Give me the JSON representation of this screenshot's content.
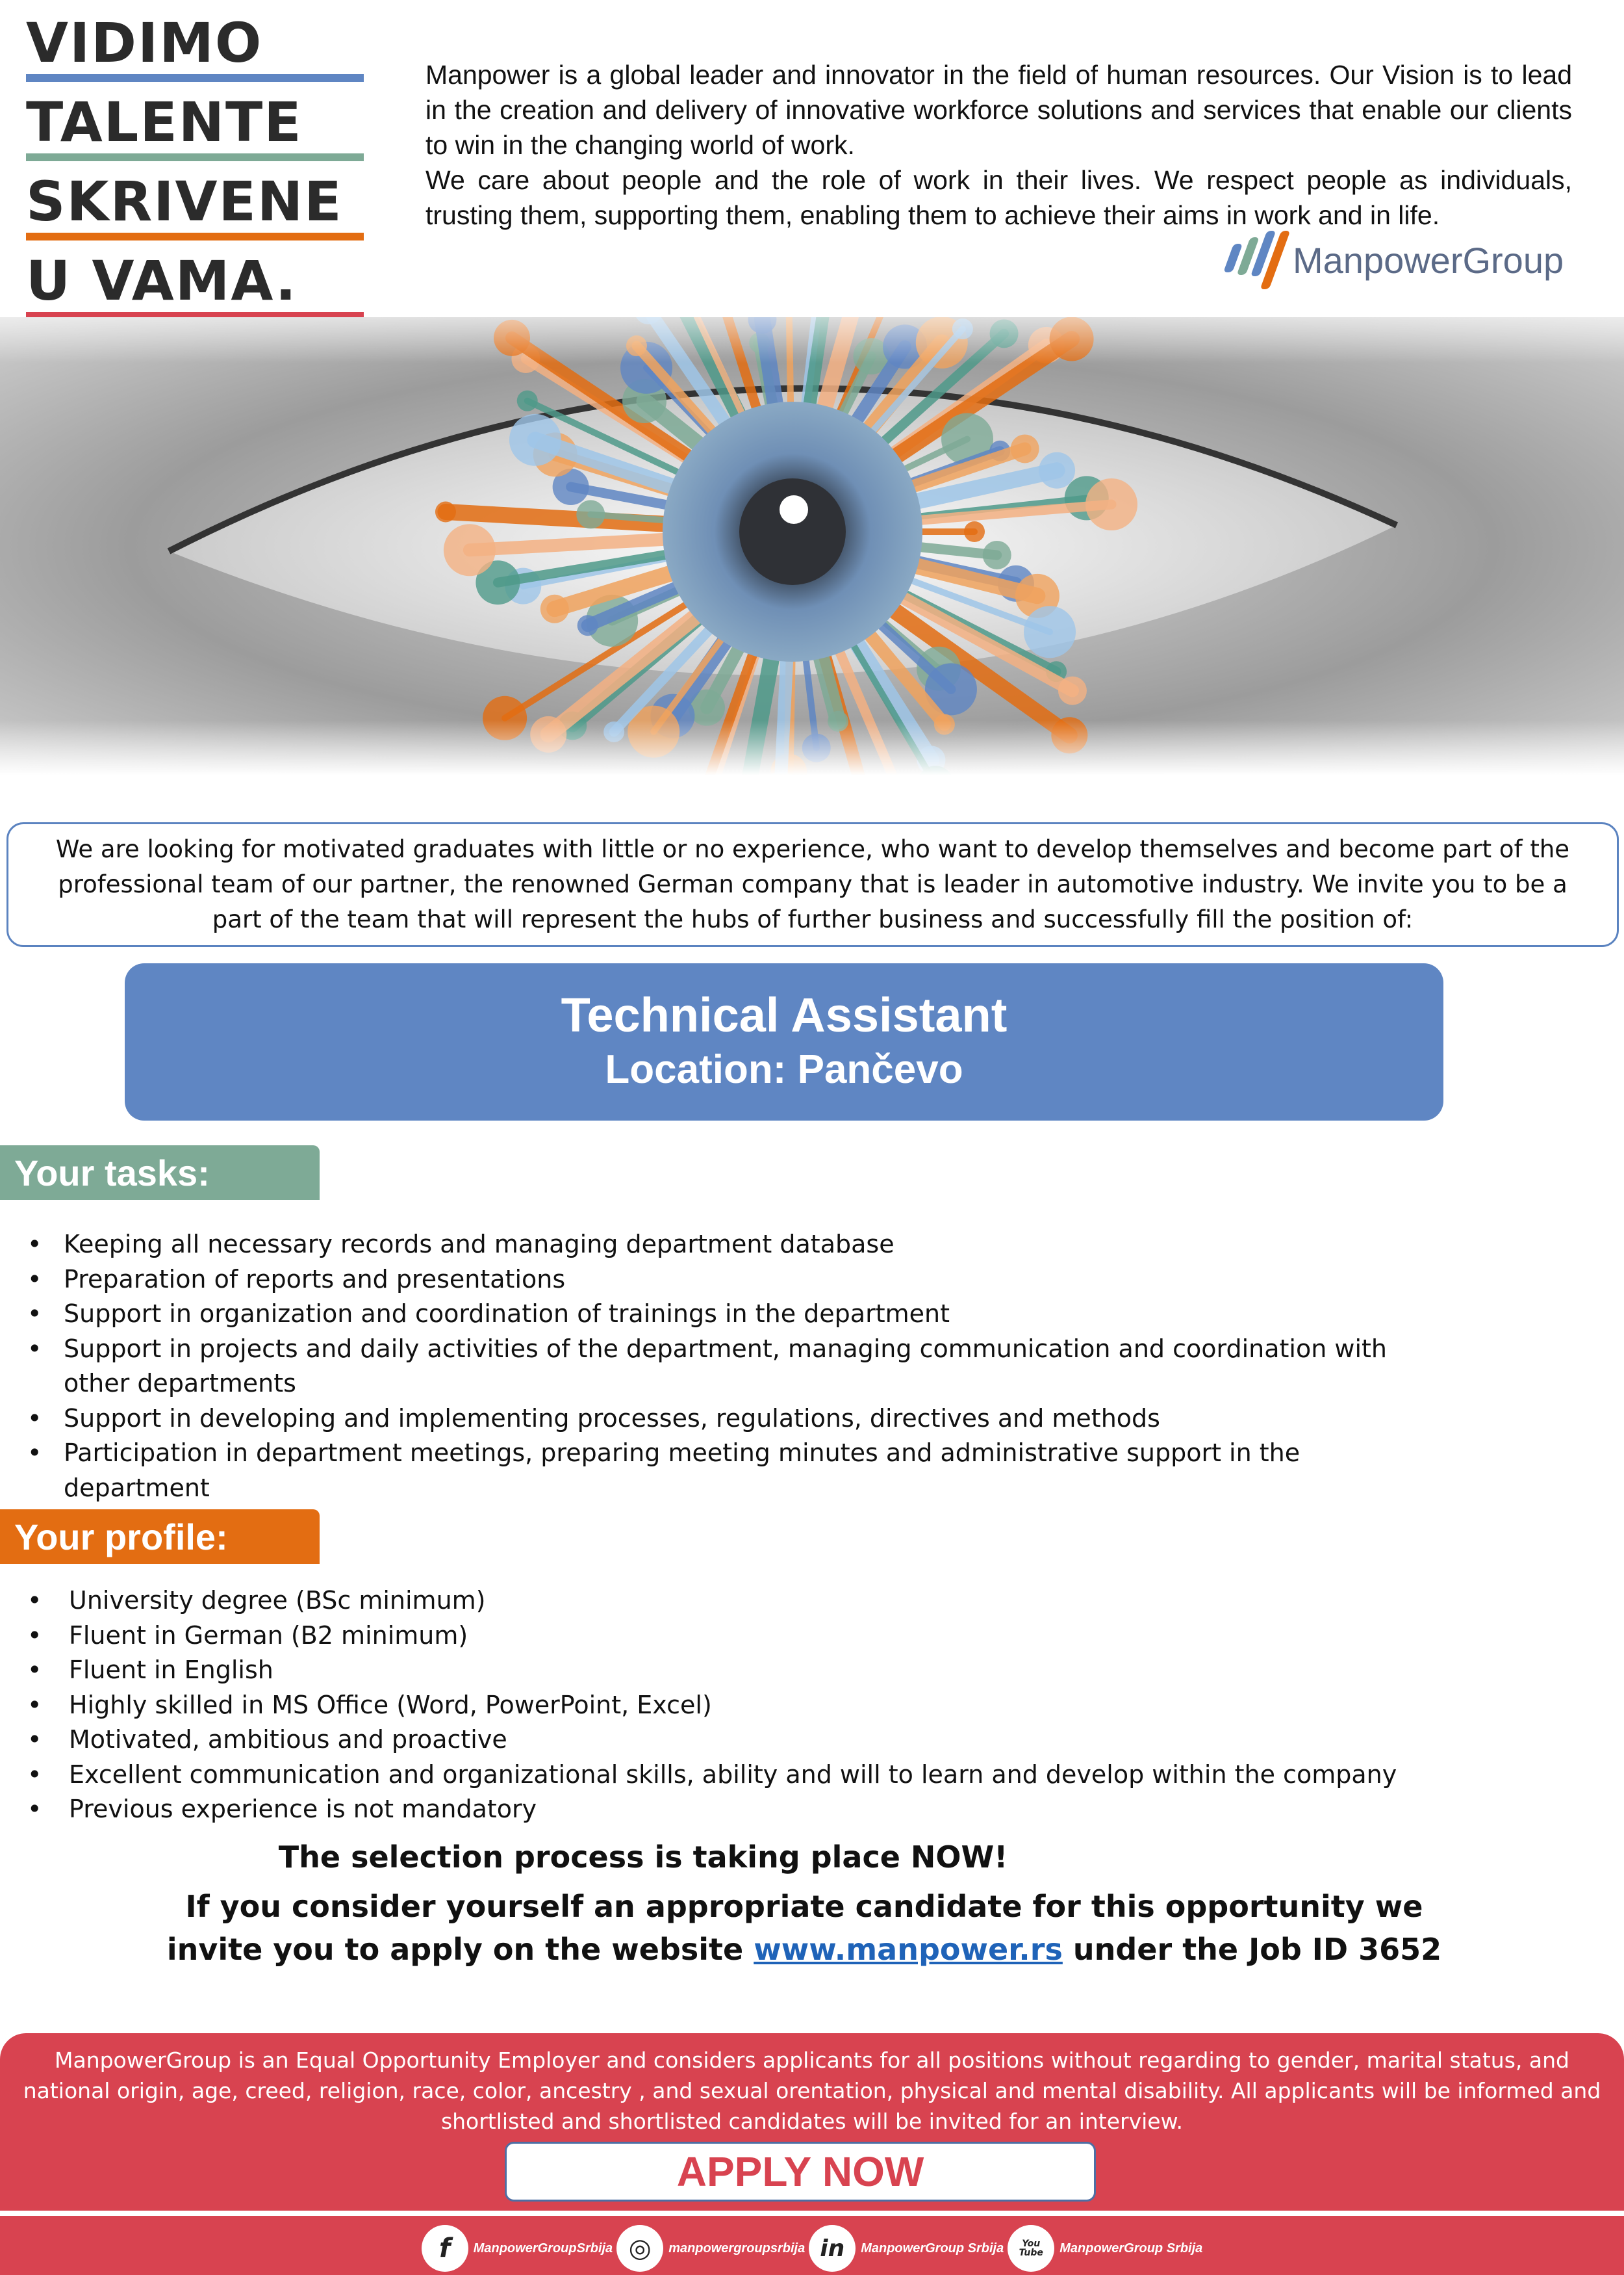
{
  "brand": {
    "lines": [
      "VIDIMO",
      "TALENTE",
      "SKRIVENE",
      "U VAMA."
    ],
    "bar_colors": [
      "#5f86c3",
      "#7eaa96",
      "#e36d12",
      "#d84350"
    ]
  },
  "intro_paragraph_1": "Manpower is a global leader and innovator in the field of human resources. Our Vision is to lead in the creation and delivery of innovative workforce solutions and services that enable our clients to win in the changing world of work.",
  "intro_paragraph_2": "We care about people and the role of work in their lives. We respect people as individuals, trusting them, supporting them, enabling them to achieve their aims in work and in life.",
  "logo": {
    "name": "ManpowerGroup",
    "mark_colors": [
      "#5f86c3",
      "#7eaa96",
      "#5f86c3",
      "#e36d12"
    ]
  },
  "hero_image": "eye-with-colorful-bursts",
  "callout_text": "We are looking for motivated graduates with little or no experience, who want to develop themselves and become part of the professional team of our partner, the renowned German company that is leader in automotive industry. We invite you to be a part of the team that will represent the hubs of further business and successfully fill the position of:",
  "job": {
    "title": "Technical Assistant",
    "location": "Location: Pančevo"
  },
  "tasks": {
    "heading": "Your tasks:",
    "items": [
      "Keeping all necessary records and managing department database",
      "Preparation of reports and presentations",
      "Support in organization and coordination of trainings in the department",
      "Support in projects and daily activities of the department, managing communication and coordination with other departments",
      "Support in developing and implementing processes, regulations, directives and methods",
      "Participation in department meetings, preparing meeting minutes and administrative support in the department"
    ]
  },
  "profile": {
    "heading": "Your profile:",
    "items": [
      "University degree (BSc minimum)",
      "Fluent in German (B2 minimum)",
      "Fluent in English",
      "Highly skilled in MS Office (Word, PowerPoint, Excel)",
      "Motivated, ambitious and proactive",
      "Excellent communication and organizational skills, ability and will to learn and develop within the company",
      "Previous experience is not mandatory"
    ]
  },
  "cta": {
    "line1": "The selection process is taking place NOW!",
    "line2": "If you consider yourself an appropriate candidate for this opportunity we",
    "line3_prefix": "invite you to apply on the website ",
    "link": "www.manpower.rs",
    "line3_suffix": " under the Job ID 3652"
  },
  "footer": {
    "disclaimer": "ManpowerGroup is  an Equal Opportunity Employer and considers  applicants for all positions without regarding to gender, marital status, and national origin, age, creed, religion, race, color, ancestry , and sexual orentation, physical and mental disability. All applicants will be informed and shortlisted and shortlisted candidates will be invited for an interview.",
    "apply_label": "APPLY NOW",
    "social": [
      {
        "icon": "facebook-icon",
        "glyph": "f",
        "handle": "ManpowerGroupSrbija"
      },
      {
        "icon": "instagram-icon",
        "glyph": "◎",
        "handle": "manpowergroupsrbija"
      },
      {
        "icon": "linkedin-icon",
        "glyph": "in",
        "handle": "ManpowerGroup Srbija"
      },
      {
        "icon": "youtube-icon",
        "glyph": "You\nTube",
        "handle": "ManpowerGroup Srbija"
      }
    ]
  }
}
